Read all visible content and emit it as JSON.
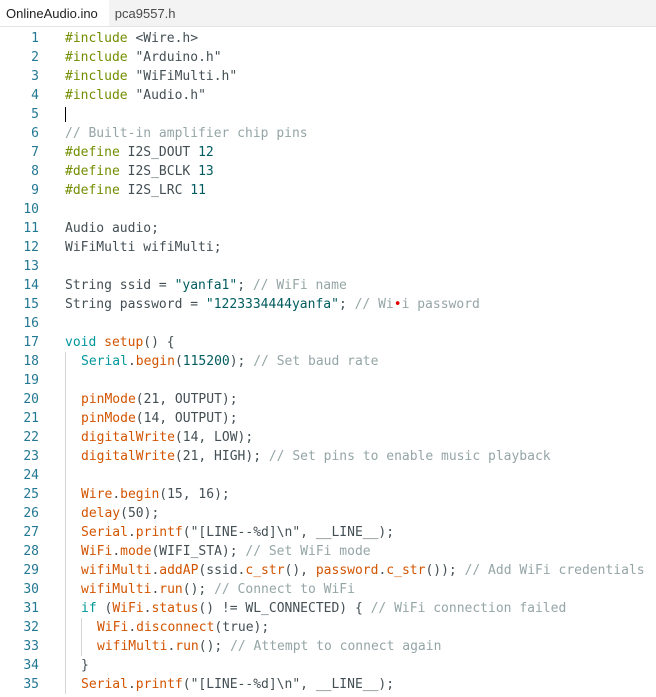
{
  "tabs": [
    {
      "label": "OnlineAudio.ino",
      "active": true
    },
    {
      "label": "pca9557.h",
      "active": false
    }
  ],
  "colors": {
    "preprocessor": "#728e00",
    "keyword": "#00979c",
    "function": "#d35400",
    "number": "#005c5f",
    "comment": "#95a5a6",
    "default": "#434f54",
    "line_number": "#237893"
  },
  "editor": {
    "current_line": 5,
    "lines": [
      {
        "n": "1",
        "indent": 0,
        "tokens": [
          [
            "pp",
            "#include "
          ],
          [
            "t",
            "<Wire.h>"
          ]
        ]
      },
      {
        "n": "2",
        "indent": 0,
        "tokens": [
          [
            "pp",
            "#include "
          ],
          [
            "t",
            "\"Arduino.h\""
          ]
        ]
      },
      {
        "n": "3",
        "indent": 0,
        "tokens": [
          [
            "pp",
            "#include "
          ],
          [
            "t",
            "\"WiFiMulti.h\""
          ]
        ]
      },
      {
        "n": "4",
        "indent": 0,
        "tokens": [
          [
            "pp",
            "#include "
          ],
          [
            "t",
            "\"Audio.h\""
          ]
        ]
      },
      {
        "n": "5",
        "indent": 0,
        "tokens": []
      },
      {
        "n": "6",
        "indent": 0,
        "tokens": [
          [
            "cm",
            "// Built-in amplifier chip pins"
          ]
        ]
      },
      {
        "n": "7",
        "indent": 0,
        "tokens": [
          [
            "pp",
            "#define "
          ],
          [
            "t",
            "I2S_DOUT "
          ],
          [
            "num",
            "12"
          ]
        ]
      },
      {
        "n": "8",
        "indent": 0,
        "tokens": [
          [
            "pp",
            "#define "
          ],
          [
            "t",
            "I2S_BCLK "
          ],
          [
            "num",
            "13"
          ]
        ]
      },
      {
        "n": "9",
        "indent": 0,
        "tokens": [
          [
            "pp",
            "#define "
          ],
          [
            "t",
            "I2S_LRC "
          ],
          [
            "num",
            "11"
          ]
        ]
      },
      {
        "n": "10",
        "indent": 0,
        "tokens": []
      },
      {
        "n": "11",
        "indent": 0,
        "tokens": [
          [
            "t",
            "Audio audio;"
          ]
        ]
      },
      {
        "n": "12",
        "indent": 0,
        "tokens": [
          [
            "t",
            "WiFiMulti wifiMulti;"
          ]
        ]
      },
      {
        "n": "13",
        "indent": 0,
        "tokens": []
      },
      {
        "n": "14",
        "indent": 0,
        "tokens": [
          [
            "t",
            "String ssid = "
          ],
          [
            "str",
            "\"yanfa1\""
          ],
          [
            "t",
            "; "
          ],
          [
            "cm",
            "// WiFi name"
          ]
        ]
      },
      {
        "n": "15",
        "indent": 0,
        "tokens": [
          [
            "t",
            "String password = "
          ],
          [
            "str",
            "\"1223334444yanfa\""
          ],
          [
            "t",
            "; "
          ],
          [
            "cm",
            "// Wi"
          ],
          [
            "mk",
            "•"
          ],
          [
            "cm",
            "i password"
          ]
        ]
      },
      {
        "n": "16",
        "indent": 0,
        "tokens": []
      },
      {
        "n": "17",
        "indent": 0,
        "tokens": [
          [
            "kw",
            "void "
          ],
          [
            "fn",
            "setup"
          ],
          [
            "t",
            "() {"
          ]
        ]
      },
      {
        "n": "18",
        "indent": 1,
        "tokens": [
          [
            "kw",
            "Serial"
          ],
          [
            "t",
            "."
          ],
          [
            "fn",
            "begin"
          ],
          [
            "t",
            "("
          ],
          [
            "num",
            "115200"
          ],
          [
            "t",
            "); "
          ],
          [
            "cm",
            "// Set baud rate"
          ]
        ]
      },
      {
        "n": "19",
        "indent": 1,
        "tokens": []
      },
      {
        "n": "20",
        "indent": 1,
        "tokens": [
          [
            "fn",
            "pinMode"
          ],
          [
            "t",
            "(21, OUTPUT);"
          ]
        ]
      },
      {
        "n": "21",
        "indent": 1,
        "tokens": [
          [
            "fn",
            "pinMode"
          ],
          [
            "t",
            "(14, OUTPUT);"
          ]
        ]
      },
      {
        "n": "22",
        "indent": 1,
        "tokens": [
          [
            "fn",
            "digitalWrite"
          ],
          [
            "t",
            "(14, LOW);"
          ]
        ]
      },
      {
        "n": "23",
        "indent": 1,
        "tokens": [
          [
            "fn",
            "digitalWrite"
          ],
          [
            "t",
            "(21, HIGH); "
          ],
          [
            "cm",
            "// Set pins to enable music playback"
          ]
        ]
      },
      {
        "n": "24",
        "indent": 1,
        "tokens": []
      },
      {
        "n": "25",
        "indent": 1,
        "tokens": [
          [
            "fn",
            "Wire"
          ],
          [
            "t",
            "."
          ],
          [
            "fn",
            "begin"
          ],
          [
            "t",
            "(15, 16);"
          ]
        ]
      },
      {
        "n": "26",
        "indent": 1,
        "tokens": [
          [
            "fn",
            "delay"
          ],
          [
            "t",
            "(50);"
          ]
        ]
      },
      {
        "n": "27",
        "indent": 1,
        "tokens": [
          [
            "fn",
            "Serial"
          ],
          [
            "t",
            "."
          ],
          [
            "fn",
            "printf"
          ],
          [
            "t",
            "(\"[LINE--%d]\\n\", __LINE__);"
          ]
        ]
      },
      {
        "n": "28",
        "indent": 1,
        "tokens": [
          [
            "fn",
            "WiFi"
          ],
          [
            "t",
            "."
          ],
          [
            "fn",
            "mode"
          ],
          [
            "t",
            "(WIFI_STA); "
          ],
          [
            "cm",
            "// Set WiFi mode"
          ]
        ]
      },
      {
        "n": "29",
        "indent": 1,
        "tokens": [
          [
            "fn",
            "wifiMulti"
          ],
          [
            "t",
            "."
          ],
          [
            "fn",
            "addAP"
          ],
          [
            "t",
            "(ssid."
          ],
          [
            "fn",
            "c_str"
          ],
          [
            "t",
            "(), "
          ],
          [
            "fn",
            "password"
          ],
          [
            "t",
            "."
          ],
          [
            "fn",
            "c_str"
          ],
          [
            "t",
            "()); "
          ],
          [
            "cm",
            "// Add WiFi credentials"
          ]
        ]
      },
      {
        "n": "30",
        "indent": 1,
        "tokens": [
          [
            "fn",
            "wifiMulti"
          ],
          [
            "t",
            "."
          ],
          [
            "fn",
            "run"
          ],
          [
            "t",
            "(); "
          ],
          [
            "cm",
            "// Connect to WiFi"
          ]
        ]
      },
      {
        "n": "31",
        "indent": 1,
        "tokens": [
          [
            "kw",
            "if "
          ],
          [
            "t",
            "("
          ],
          [
            "fn",
            "WiFi"
          ],
          [
            "t",
            "."
          ],
          [
            "fn",
            "status"
          ],
          [
            "t",
            "() != WL_CONNECTED) { "
          ],
          [
            "cm",
            "// WiFi connection failed"
          ]
        ]
      },
      {
        "n": "32",
        "indent": 2,
        "tokens": [
          [
            "fn",
            "WiFi"
          ],
          [
            "t",
            "."
          ],
          [
            "fn",
            "disconnect"
          ],
          [
            "t",
            "(true);"
          ]
        ]
      },
      {
        "n": "33",
        "indent": 2,
        "tokens": [
          [
            "fn",
            "wifiMulti"
          ],
          [
            "t",
            "."
          ],
          [
            "fn",
            "run"
          ],
          [
            "t",
            "(); "
          ],
          [
            "cm",
            "// Attempt to connect again"
          ]
        ]
      },
      {
        "n": "34",
        "indent": 1,
        "tokens": [
          [
            "t",
            "}"
          ]
        ]
      },
      {
        "n": "35",
        "indent": 1,
        "tokens": [
          [
            "fn",
            "Serial"
          ],
          [
            "t",
            "."
          ],
          [
            "fn",
            "printf"
          ],
          [
            "t",
            "(\"[LINE--%d]\\n\", __LINE__);"
          ]
        ]
      }
    ]
  }
}
